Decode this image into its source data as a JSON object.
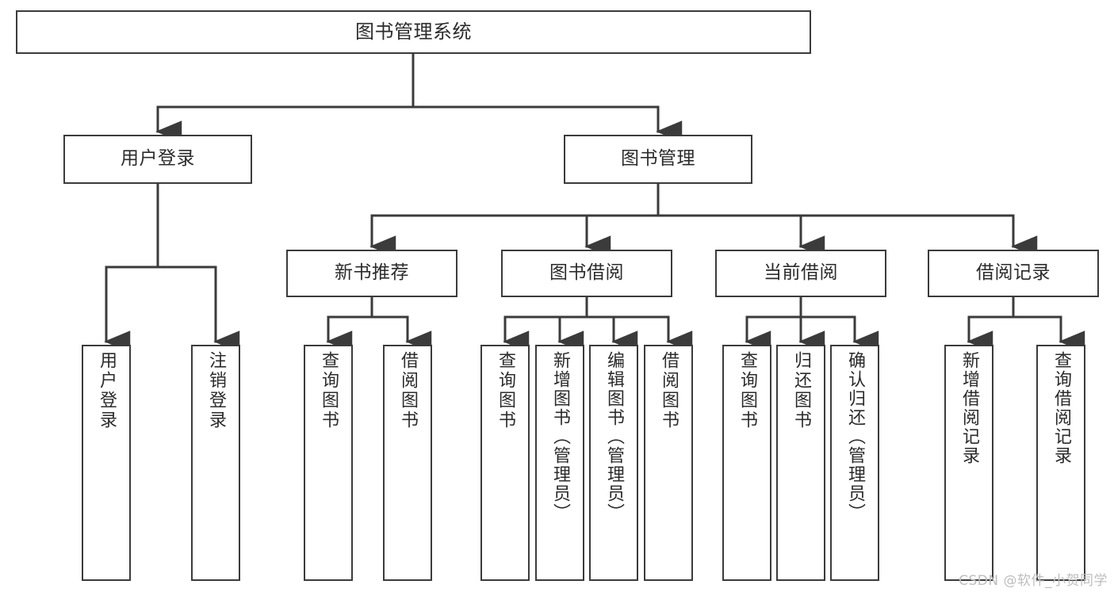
{
  "diagram": {
    "type": "tree",
    "title": "图书管理系统",
    "colors": {
      "box_border": "#3b3b3b",
      "box_fill": "#ffffff",
      "connector": "#3b3b3b",
      "text": "#2b2b2b",
      "watermark": "#bdbdbd",
      "background": "#ffffff"
    }
  },
  "root": {
    "label": "图书管理系统"
  },
  "level2": [
    {
      "label": "用户登录"
    },
    {
      "label": "图书管理"
    }
  ],
  "level3": [
    {
      "label": "新书推荐"
    },
    {
      "label": "图书借阅"
    },
    {
      "label": "当前借阅"
    },
    {
      "label": "借阅记录"
    }
  ],
  "leaves": {
    "user_login": [
      {
        "label": "用户登录"
      },
      {
        "label": "注销登录"
      }
    ],
    "new_book_recommend": [
      {
        "label": "查询图书"
      },
      {
        "label": "借阅图书"
      }
    ],
    "book_borrow": [
      {
        "label": "查询图书"
      },
      {
        "label": "新增图书（管理员）"
      },
      {
        "label": "编辑图书（管理员）"
      },
      {
        "label": "借阅图书"
      }
    ],
    "current_borrow": [
      {
        "label": "查询图书"
      },
      {
        "label": "归还图书"
      },
      {
        "label": "确认归还（管理员）"
      }
    ],
    "borrow_record": [
      {
        "label": "新增借阅记录"
      },
      {
        "label": "查询借阅记录"
      }
    ]
  },
  "watermark": {
    "text": "CSDN @软件_小贺同学"
  }
}
